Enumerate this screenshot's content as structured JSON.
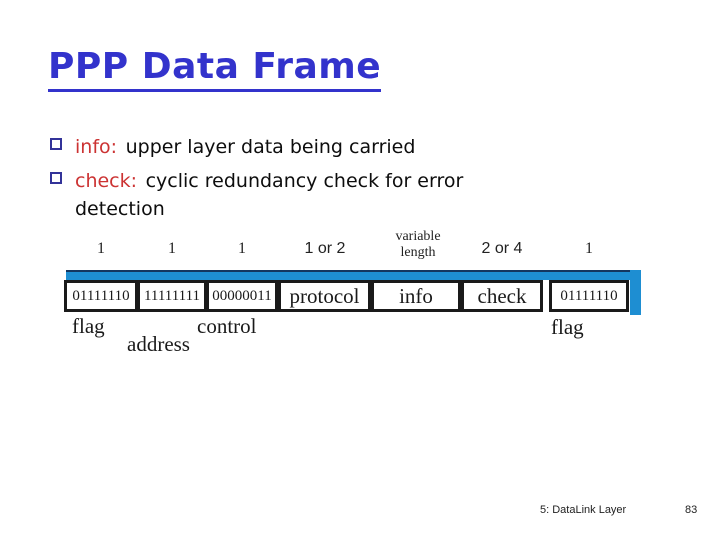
{
  "slide": {
    "title": "PPP Data Frame",
    "bullets": [
      {
        "term": "info:",
        "text": "upper layer data being carried",
        "text2": ""
      },
      {
        "term": "check:",
        "text": "cyclic redundancy check for error",
        "text2": "detection"
      }
    ],
    "footer": {
      "label": "5: DataLink Layer",
      "page": "83"
    }
  },
  "diagram": {
    "sizes": [
      "1",
      "1",
      "1",
      "1 or 2",
      "variable length",
      "2 or 4",
      "1"
    ],
    "variable_size": {
      "line1": "variable",
      "line2": "length"
    },
    "fields": [
      {
        "value": "01111110",
        "label": "flag"
      },
      {
        "value": "11111111",
        "label": "address"
      },
      {
        "value": "00000011",
        "label": "control"
      },
      {
        "value": "protocol",
        "label": ""
      },
      {
        "value": "info",
        "label": ""
      },
      {
        "value": "check",
        "label": ""
      },
      {
        "value": "01111110",
        "label": "flag"
      }
    ],
    "colors": {
      "title_blue": "#3333cc",
      "term_red": "#cc3333",
      "bullet_border_blue": "#333399",
      "frame_bar_blue": "#1e8ed2",
      "bar_top_navy": "#14365f"
    }
  }
}
